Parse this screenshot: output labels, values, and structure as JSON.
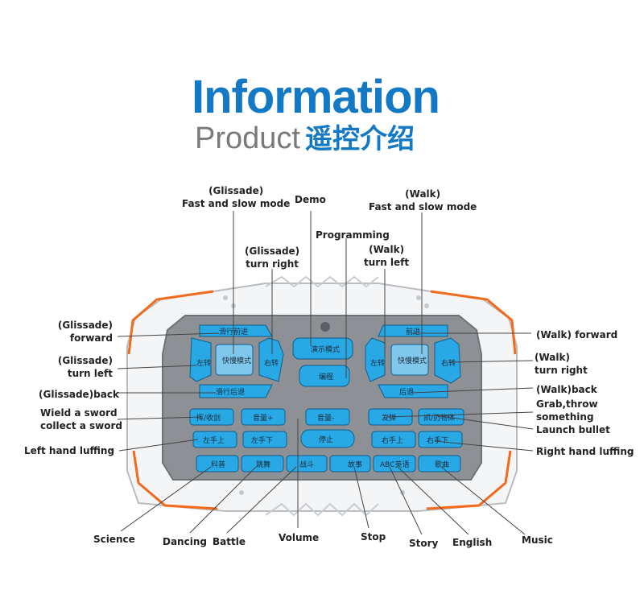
{
  "header": {
    "title": "Information",
    "subtitle_en": "Product",
    "subtitle_cn": "遥控介绍"
  },
  "colors": {
    "brand_blue": "#1379c4",
    "button_blue": "#29a8e6",
    "panel_gray": "#8d9196",
    "frame_orange": "#f26a1b",
    "side_blue": "#1e9ee0"
  },
  "labels": {
    "glissade_mode": "(Glissade)\nFast and slow mode",
    "demo": "Demo",
    "walk_mode": "(Walk)\nFast and slow mode",
    "programming": "Programming",
    "glissade_turn_right": "(Glissade)\nturn right",
    "walk_turn_left": "(Walk)\nturn left",
    "glissade_forward": "(Glissade)\nforward",
    "glissade_turn_left": "(Glissade)\nturn left",
    "glissade_back": "(Glissade)back",
    "wield_sword": "Wield a sword\ncollect a sword",
    "left_hand_luffing": "Left hand luffing",
    "walk_forward": "(Walk) forward",
    "walk_turn_right": "(Walk)\nturn right",
    "walk_back": "(Walk)back",
    "grab_throw": "Grab,throw\nsomething",
    "launch_bullet": "Launch bullet",
    "right_hand_luffing": "Right hand luffing",
    "science": "Science",
    "dancing": "Dancing",
    "battle": "Battle",
    "volume": "Volume",
    "stop": "Stop",
    "story": "Story",
    "english": "English",
    "music": "Music"
  },
  "buttons": {
    "gl_forward": "滑行前进",
    "gl_back": "滑行后退",
    "gl_left": "左转",
    "gl_right": "右转",
    "gl_mode": "快慢模式",
    "demo": "演示模式",
    "program": "编程",
    "wk_forward": "前进",
    "wk_back": "后退",
    "wk_left": "左转",
    "wk_right": "右转",
    "wk_mode": "快慢模式",
    "sword": "挥/收剑",
    "vol_up": "音量+",
    "vol_down": "音量-",
    "launch": "发弹",
    "grab": "抓/扔物体",
    "lh_up": "左手上",
    "lh_down": "左手下",
    "stop": "停止",
    "rh_up": "右手上",
    "rh_down": "右手下",
    "science": "科普",
    "dance": "跳舞",
    "battle": "战斗",
    "story": "故事",
    "english": "ABC英语",
    "song": "歌曲"
  }
}
